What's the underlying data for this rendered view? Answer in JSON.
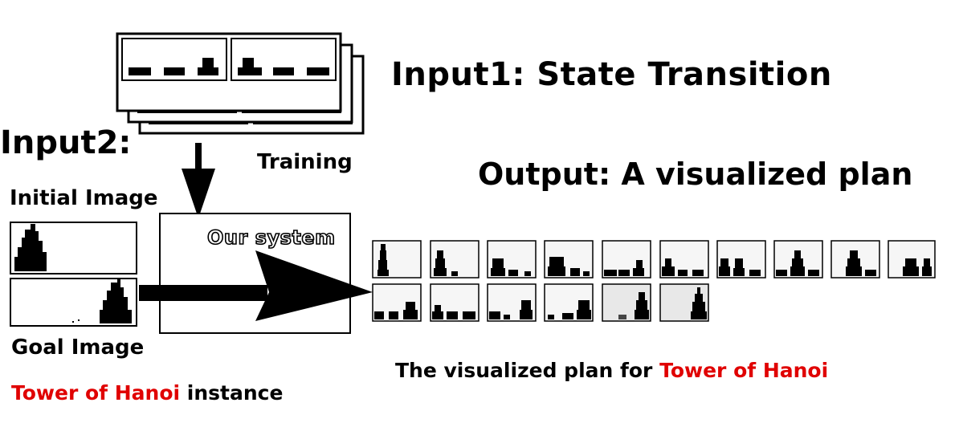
{
  "labels": {
    "input1": "Input1: State Transition",
    "input2": "Input2:",
    "initial_image": "Initial Image",
    "goal_image": "Goal Image",
    "training": "Training",
    "our_system": "Our system",
    "output": "Output: A visualized plan",
    "caption_prefix": "The visualized plan for ",
    "caption_highlight": "Tower of Hanoi",
    "instance_highlight": "Tower of Hanoi",
    "instance_suffix": " instance"
  },
  "colors": {
    "highlight": "#e00000",
    "ink": "#000000"
  },
  "plan": {
    "row1_frames": 10,
    "row2_frames": 6
  }
}
